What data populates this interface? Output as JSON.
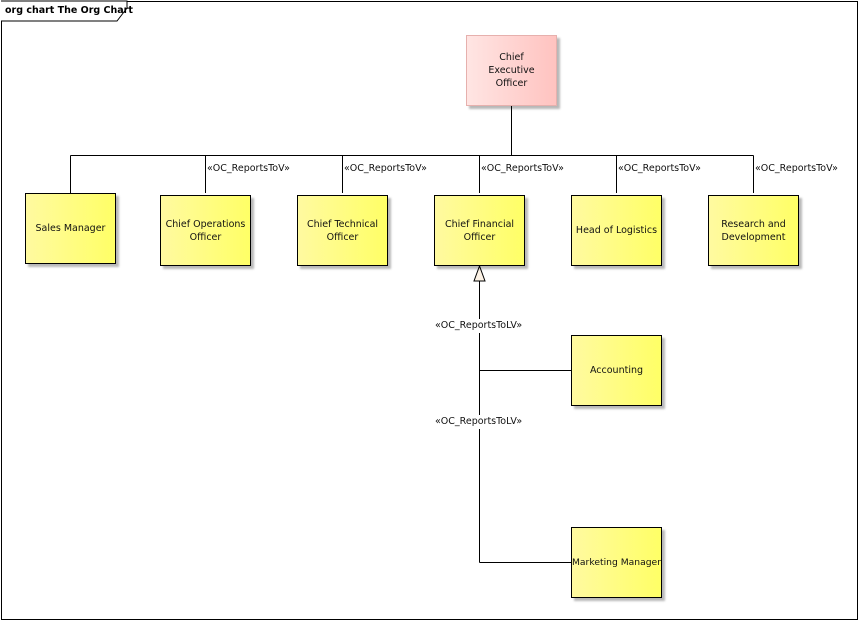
{
  "diagram": {
    "frame_title": "org chart The Org Chart",
    "nodes": {
      "ceo": "Chief Executive Officer",
      "sales": "Sales Manager",
      "coo": "Chief Operations Officer",
      "cto": "Chief Technical Officer",
      "cfo": "Chief Financial Officer",
      "logistics": "Head of Logistics",
      "rnd": "Research and Development",
      "accounting": "Accounting",
      "marketing": "Marketing Manager"
    },
    "stereotypes": {
      "coo": "«OC_ReportsToV»",
      "cto": "«OC_ReportsToV»",
      "cfo": "«OC_ReportsToV»",
      "logistics": "«OC_ReportsToV»",
      "rnd": "«OC_ReportsToV»",
      "accounting": "«OC_ReportsToLV»",
      "marketing": "«OC_ReportsToLV»"
    },
    "colors": {
      "root_fill_start": "#ffe5e3",
      "root_fill_end": "#ffc3c0",
      "node_fill_start": "#fffaa0",
      "node_fill_end": "#ffff66",
      "line": "#000000",
      "arrowhead_fill": "#fdf3e6"
    }
  }
}
